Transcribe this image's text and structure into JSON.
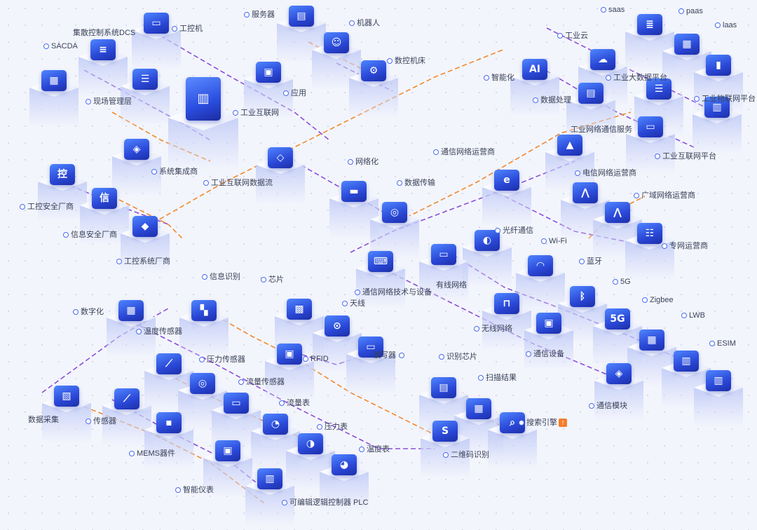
{
  "diagram_title": "",
  "colors": {
    "purple_link": "#8a4fd8",
    "orange_link": "#f0892e",
    "accent_blue": "#2b4de0",
    "warning": "#f57c2a"
  },
  "labels": {
    "server": "服务器",
    "dcs": "集散控制系统DCS",
    "ipc": "工控机",
    "scada": "SACDA",
    "field_mgmt": "现场管理层",
    "robot": "机器人",
    "cnc": "数控机床",
    "app": "应用",
    "iiot": "工业互联网",
    "saas": "saas",
    "paas": "paas",
    "iaas": "laas",
    "ind_cloud": "工业云",
    "intelligent": "智能化",
    "ind_bigdata": "工业大数据平台",
    "iot_platform": "工业物联网平台",
    "data_proc": "数据处理",
    "ind_net_comm": "工业网络通信服务",
    "iiot_platform": "工业互联网平台",
    "sys_integrator": "系统集成商",
    "iiot_dataflow": "工业互联网数据流",
    "networking": "网络化",
    "comm_operator": "通信网络运营商",
    "telecom_operator": "电信网络运营商",
    "data_transfer": "数据传输",
    "wan_operator": "广域网络运营商",
    "ics_security": "工控安全厂商",
    "info_security": "信息安全厂商",
    "ics_vendor": "工控系统厂商",
    "fiber": "光纤通信",
    "private_operator": "专网运营商",
    "wifi": "Wi-Fi",
    "bluetooth": "蓝牙",
    "comm_tech": "通信网络技术与设备",
    "wired": "有线网络",
    "info_recog": "信息识别",
    "chip": "芯片",
    "g5": "5G",
    "zigbee": "Zigbee",
    "lwb": "LWB",
    "digital": "数字化",
    "antenna": "天线",
    "wireless": "无线网络",
    "temp_sensor": "温度传感器",
    "comm_device": "通信设备",
    "esim": "ESIM",
    "pressure_sensor": "压力传感器",
    "rfid": "RFID",
    "reader": "读写器",
    "recog_chip": "识别芯片",
    "flow_sensor": "流量传感器",
    "scan_result": "扫描结果",
    "comm_module": "通信模块",
    "data_collect": "数据采集",
    "sensor": "传感器",
    "flow_meter": "流量表",
    "search_engine": "搜索引擎",
    "pressure_meter": "压力表",
    "mems": "MEMS器件",
    "temp_meter": "温度表",
    "qrcode": "二维码识别",
    "smart_meter": "智能仪表",
    "plc": "可编辑逻辑控制器 PLC"
  },
  "node_icons": [
    "dcs-server-icon",
    "ipc-icon",
    "server-rack-icon",
    "robot-icon",
    "cnc-icon",
    "scada-icon",
    "stack-icon",
    "app-screen-icon",
    "cloud-icon",
    "db-server-1-icon",
    "db-server-2-icon",
    "db-server-3-icon",
    "ai-icon",
    "data-server-icon",
    "stack-platform-icon",
    "iot-platform-icon",
    "tower-server-icon",
    "monitor-icon",
    "chip-icon",
    "dataflow-icon",
    "shield-control-icon",
    "shield-info-icon",
    "layers-icon",
    "switch-icon",
    "database-icon",
    "globe-icon",
    "antenna-tower-icon",
    "signal-tower-icon",
    "private-net-icon",
    "fiber-icon",
    "laptop-icon",
    "router-icon",
    "wifi-icon",
    "bluetooth-icon",
    "5g-icon",
    "zigbee-icon",
    "lwb-icon",
    "esim-icon",
    "transistor-icon",
    "device-icon",
    "module-icon",
    "tablet-icon",
    "sensor-board-icon",
    "antenna-icon",
    "rfid-chip-icon",
    "reader-icon",
    "flow-sensor-icon",
    "scan-icon",
    "scan-result-icon",
    "search-icon",
    "qrcode-icon",
    "collect-icon",
    "sensor-probe-icon",
    "mems-icon",
    "ring-icon",
    "meter-icon",
    "gauge-1-icon",
    "gauge-2-icon",
    "gauge-3-icon",
    "smart-meter-icon",
    "plc-icon"
  ]
}
